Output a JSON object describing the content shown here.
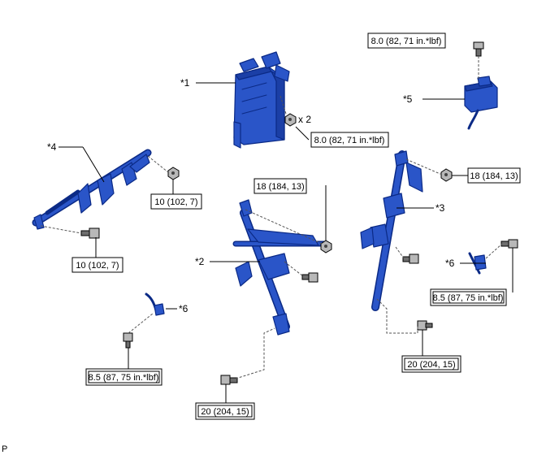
{
  "callouts": {
    "c1": "*1",
    "c2": "*2",
    "c3": "*3",
    "c4": "*4",
    "c5": "*5",
    "c6a": "*6",
    "c6b": "*6"
  },
  "quantity_note": "x 2",
  "torque_specs": {
    "t_top": "8.0 (82, 71 in.*lbf)",
    "t_ecu": "8.0 (82, 71 in.*lbf)",
    "t_left_nut": "10 (102, 7)",
    "t_left_bolt": "10 (102, 7)",
    "t_center_nut": "18 (184, 13)",
    "t_right_nut": "18 (184, 13)",
    "t_right_ground": "8.5 (87, 75 in.*lbf)",
    "t_left_ground": "8.5 (87, 75 in.*lbf)",
    "t_center_bottom": "20 (204, 15)",
    "t_right_bottom": "20 (204, 15)"
  },
  "corner_mark": "P",
  "colors": {
    "part_blue": "#2a55c8",
    "part_outline": "#0b2a86",
    "fastener_gray": "#b8b8b8"
  }
}
